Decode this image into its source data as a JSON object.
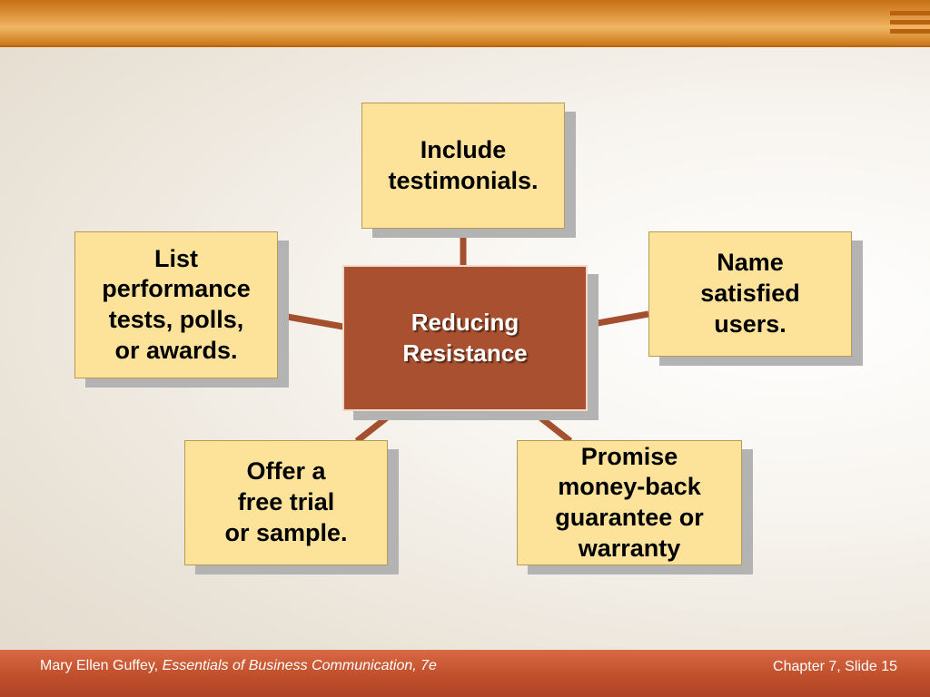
{
  "center": {
    "label": "Reducing\nResistance"
  },
  "boxes": {
    "top": "Include\ntestimonials.",
    "left": "List\nperformance\ntests, polls,\nor awards.",
    "right": "Name\nsatisfied\nusers.",
    "bottom_left": "Offer a\nfree trial\nor sample.",
    "bottom_right": "Promise\nmoney-back\nguarantee or\nwarranty"
  },
  "footer": {
    "author": "Mary Ellen Guffey, ",
    "book": "Essentials of Business Communication, 7e",
    "slide": "Chapter 7, Slide 15"
  },
  "colors": {
    "box_fill": "#fde39a",
    "center_fill": "#a8502f",
    "connector": "#a4502f"
  }
}
